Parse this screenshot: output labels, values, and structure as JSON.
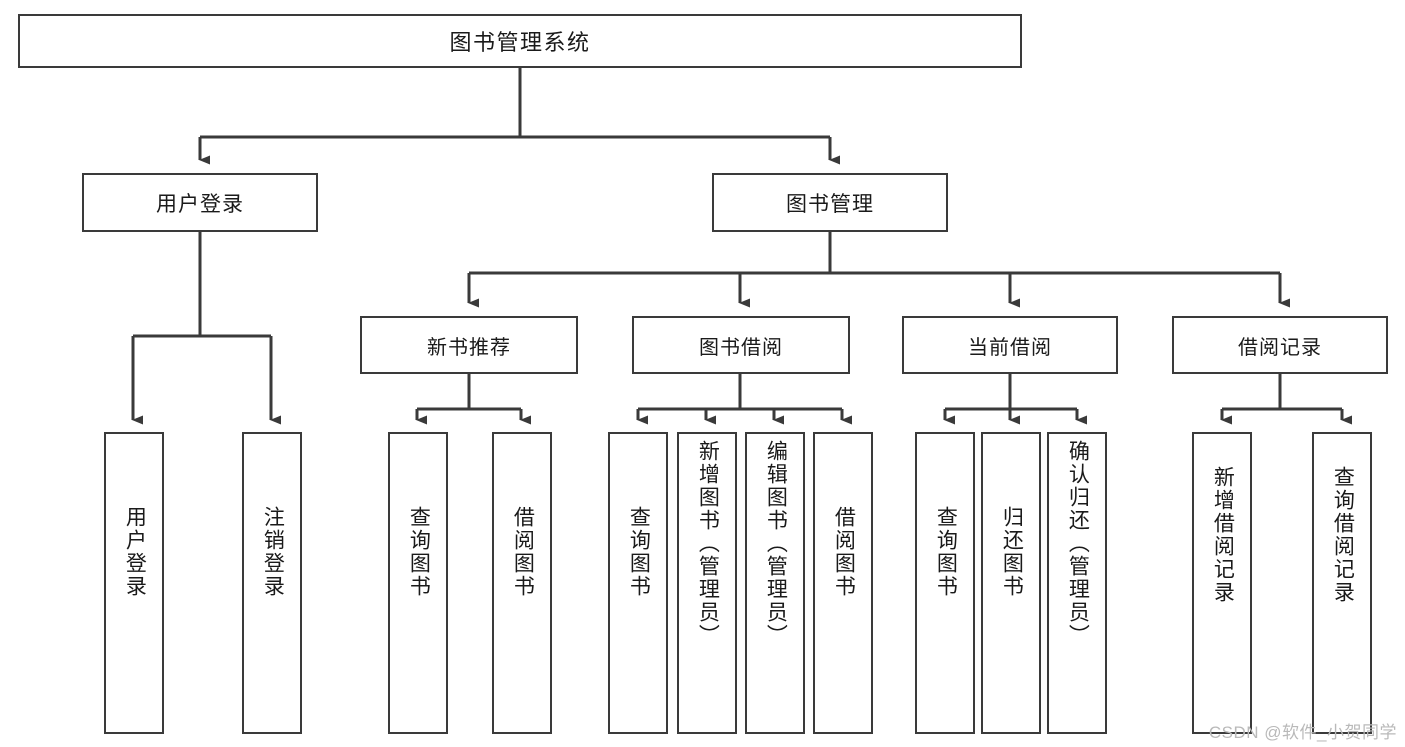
{
  "diagram": {
    "title": "图书管理系统",
    "type": "tree",
    "watermark": "CSDN @软件_小贺同学",
    "colors": {
      "background": "#ffffff",
      "border": "#3a3a3a",
      "text": "#1a1a1a",
      "connector": "#3a3a3a",
      "watermark": "#b9b9b9"
    }
  },
  "nodes": {
    "root": {
      "label": "图书管理系统"
    },
    "level2": [
      {
        "id": "user-login",
        "label": "用户登录"
      },
      {
        "id": "book-manage",
        "label": "图书管理"
      }
    ],
    "level3": [
      {
        "id": "new-book-recommend",
        "label": "新书推荐"
      },
      {
        "id": "book-borrow",
        "label": "图书借阅"
      },
      {
        "id": "current-borrow",
        "label": "当前借阅"
      },
      {
        "id": "borrow-record",
        "label": "借阅记录"
      }
    ],
    "leaves": {
      "user_login": [
        {
          "id": "leaf-user-login",
          "label": "用户登录"
        },
        {
          "id": "leaf-logout-login",
          "label": "注销登录"
        }
      ],
      "new_book_recommend": [
        {
          "id": "leaf-query-book-1",
          "label": "查询图书"
        },
        {
          "id": "leaf-borrow-book-1",
          "label": "借阅图书"
        }
      ],
      "book_borrow": [
        {
          "id": "leaf-query-book-2",
          "label": "查询图书"
        },
        {
          "id": "leaf-add-book",
          "label": "新增图书（管理员）"
        },
        {
          "id": "leaf-edit-book",
          "label": "编辑图书（管理员）"
        },
        {
          "id": "leaf-borrow-book-2",
          "label": "借阅图书"
        }
      ],
      "current_borrow": [
        {
          "id": "leaf-query-book-3",
          "label": "查询图书"
        },
        {
          "id": "leaf-return-book",
          "label": "归还图书"
        },
        {
          "id": "leaf-confirm-return",
          "label": "确认归还（管理员）"
        }
      ],
      "borrow_record": [
        {
          "id": "leaf-add-record",
          "label": "新增借阅记录"
        },
        {
          "id": "leaf-query-record",
          "label": "查询借阅记录"
        }
      ]
    }
  }
}
